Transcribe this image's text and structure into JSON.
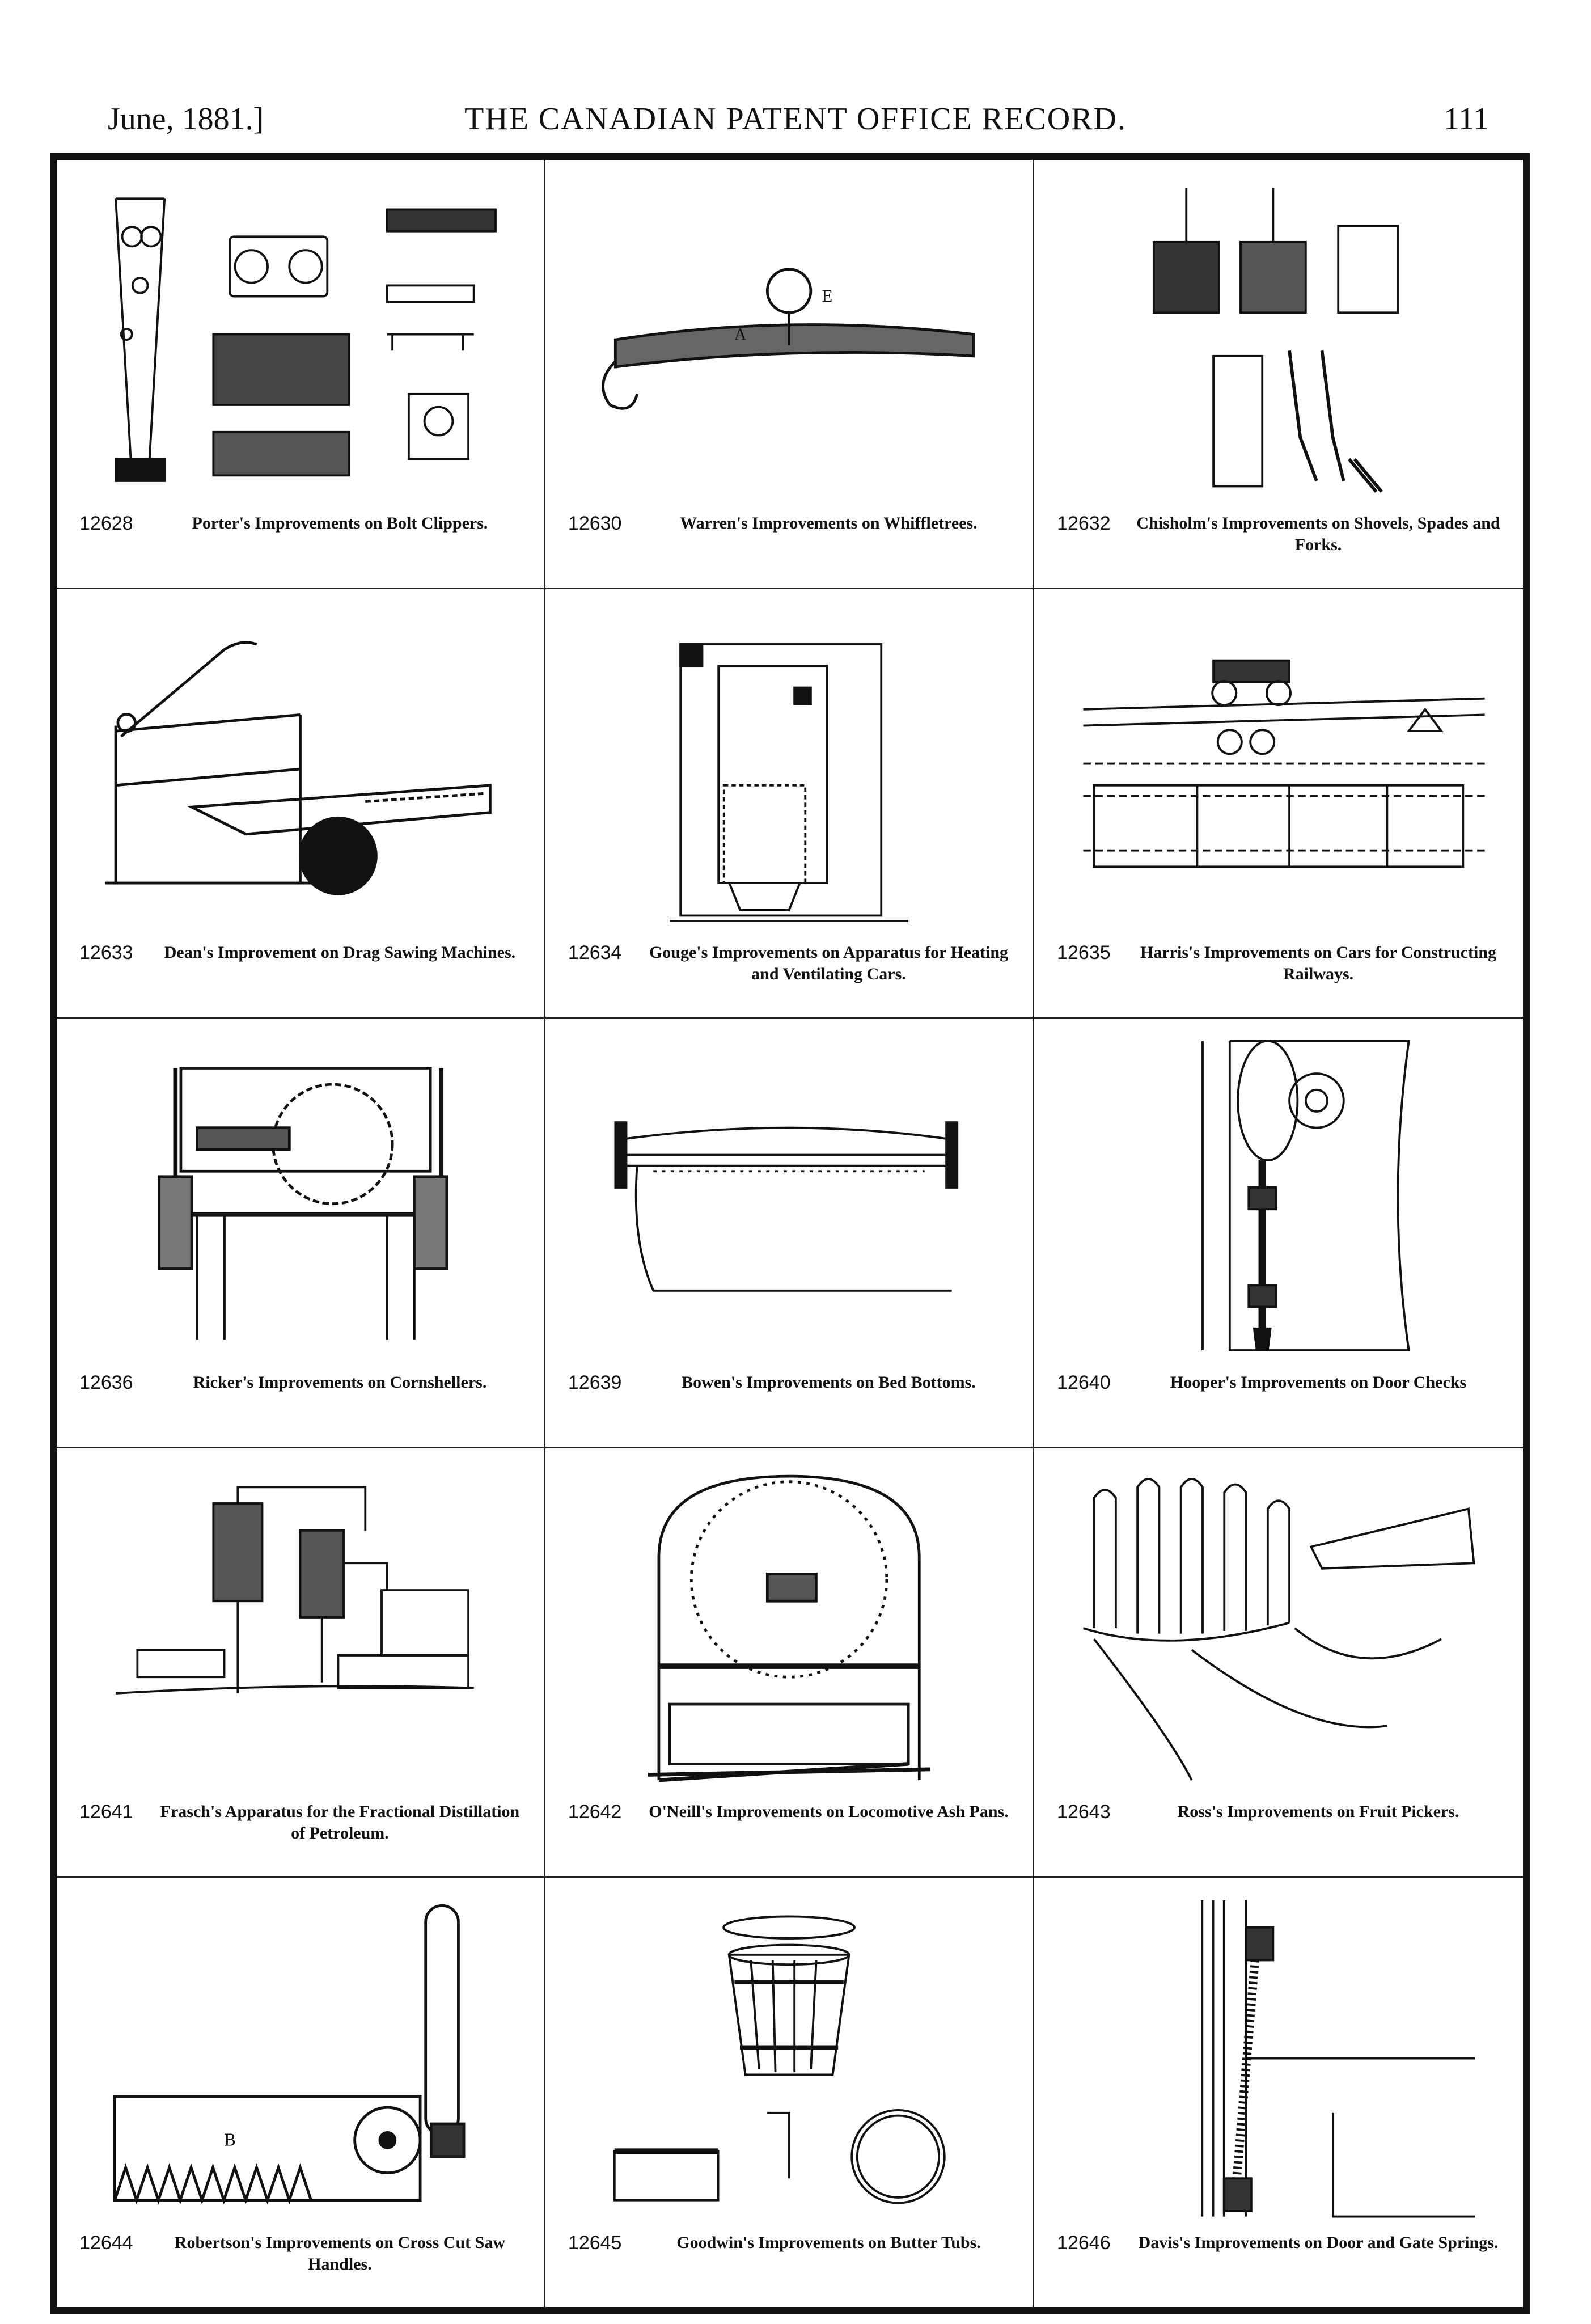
{
  "header": {
    "date": "June, 1881.]",
    "title": "THE CANADIAN PATENT OFFICE RECORD.",
    "page_number": "111"
  },
  "entries": [
    {
      "number": "12628",
      "title": "Porter's Improvements on Bolt Clippers."
    },
    {
      "number": "12630",
      "title": "Warren's Improvements on Whiffletrees."
    },
    {
      "number": "12632",
      "title": "Chisholm's Improvements on Shovels, Spades and Forks."
    },
    {
      "number": "12633",
      "title": "Dean's Improvement on Drag Sawing Machines."
    },
    {
      "number": "12634",
      "title": "Gouge's Improvements on Apparatus for Heating and Ventilating Cars."
    },
    {
      "number": "12635",
      "title": "Harris's Improvements on Cars for Constructing Railways."
    },
    {
      "number": "12636",
      "title": "Ricker's Improvements on Cornshellers."
    },
    {
      "number": "12639",
      "title": "Bowen's Improvements on Bed Bottoms."
    },
    {
      "number": "12640",
      "title": "Hooper's Improvements on Door Checks"
    },
    {
      "number": "12641",
      "title": "Frasch's Apparatus for the Fractional Distillation of Petroleum."
    },
    {
      "number": "12642",
      "title": "O'Neill's Improvements on Locomotive Ash Pans."
    },
    {
      "number": "12643",
      "title": "Ross's Improvements on Fruit Pickers."
    },
    {
      "number": "12644",
      "title": "Robertson's Improvements on Cross Cut Saw Handles."
    },
    {
      "number": "12645",
      "title": "Goodwin's Improvements on Butter Tubs."
    },
    {
      "number": "12646",
      "title": "Davis's Improvements on Door and Gate Springs."
    }
  ]
}
